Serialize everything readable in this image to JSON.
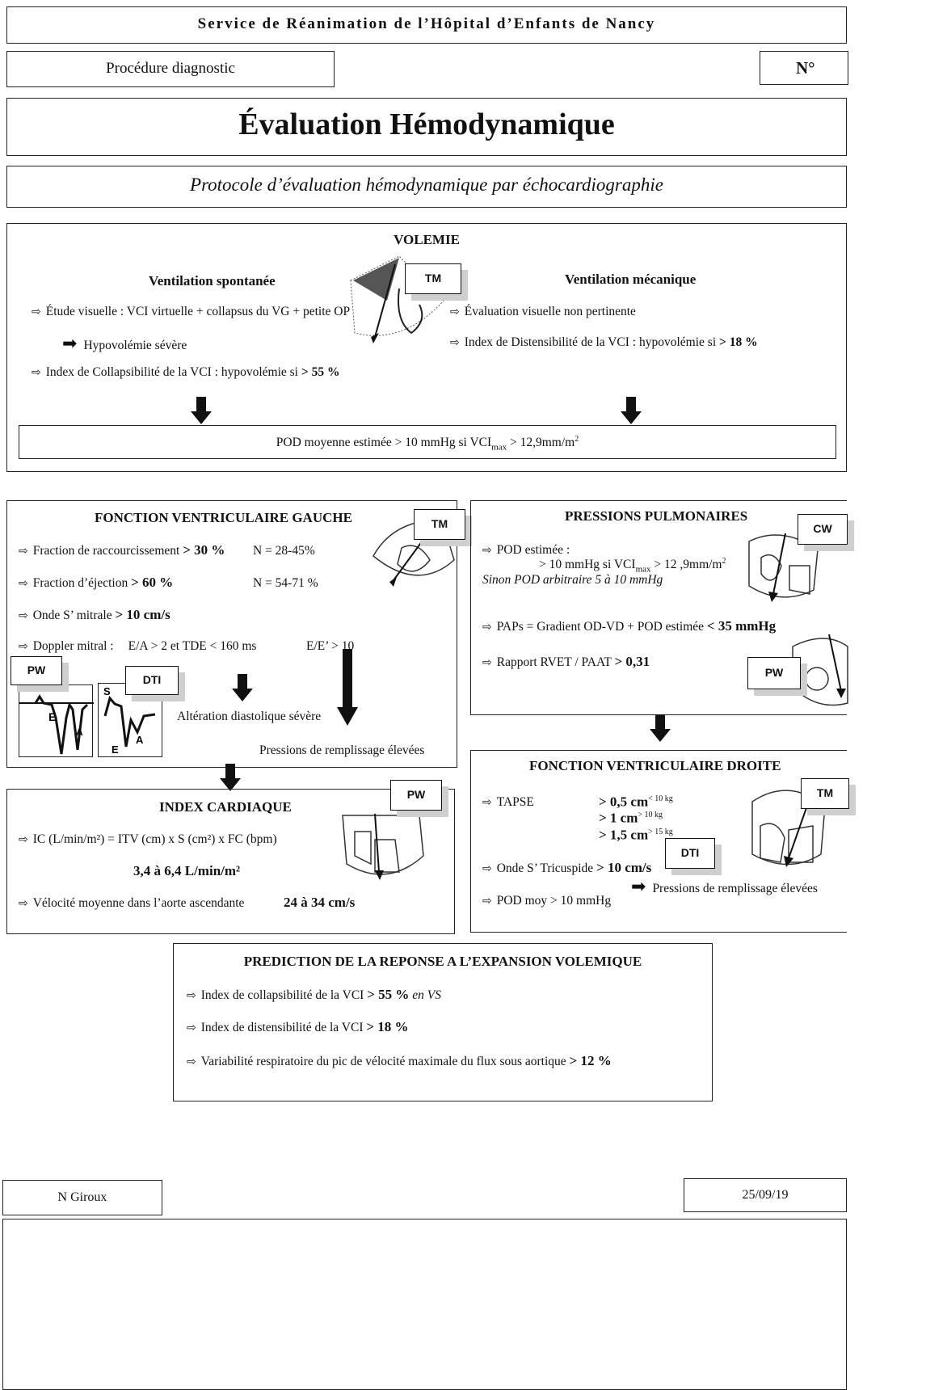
{
  "header": {
    "service": "Service de Réanimation de l’Hôpital d’Enfants de Nancy",
    "procedure": "Procédure diagnostic",
    "number_label": "N°",
    "title": "Évaluation Hémodynamique",
    "subtitle": "Protocole d’évaluation hémodynamique par échocardiographie"
  },
  "volemie": {
    "title": "VOLEMIE",
    "tm_tag": "TM",
    "vs_title": "Ventilation spontanée",
    "vs_line1": "Étude visuelle : VCI virtuelle + collapsus du VG + petite OP",
    "vs_result": "Hypovolémie sévère",
    "vs_line2_pre": "Index de Collapsibilité de la VCI : hypovolémie si",
    "vs_line2_val": "> 55 %",
    "vm_title": "Ventilation mécanique",
    "vm_line1": "Évaluation visuelle non pertinente",
    "vm_line2_pre": "Index de Distensibilité de la VCI : hypovolémie si",
    "vm_line2_val": "> 18 %",
    "pod_pre": "POD moyenne estimée > 10 mmHg si VCI",
    "pod_sub": "max",
    "pod_post": " > 12,9mm/m",
    "pod_sup": "2"
  },
  "fvg": {
    "title": "FONCTION VENTRICULAIRE GAUCHE",
    "tm_tag": "TM",
    "fr_label": "Fraction de raccourcissement",
    "fr_val": "> 30 %",
    "fr_norm": "N = 28-45%",
    "fe_label": "Fraction d’éjection",
    "fe_val": "> 60 %",
    "fe_norm": "N = 54-71 %",
    "s_label": "Onde S’ mitrale",
    "s_val": "> 10 cm/s",
    "dop_label": "Doppler mitral :",
    "dop_val": "E/A > 2 et TDE < 160 ms",
    "dop_ee": "E/E’ > 10",
    "pw_tag": "PW",
    "dti_tag": "DTI",
    "alteration": "Altération diastolique sévère",
    "pressions": "Pressions de remplissage élevées"
  },
  "pp": {
    "title": "PRESSIONS PULMONAIRES",
    "cw_tag": "CW",
    "pod_label": "POD estimée :",
    "pod_line_pre": "> 10 mmHg si VCI",
    "pod_line_sub": "max",
    "pod_line_post": " > 12 ,9mm/m",
    "pod_line_sup": "2",
    "pod_sinon": "Sinon POD arbitraire 5 à 10 mmHg",
    "paps_pre": "PAPs = Gradient OD-VD + POD estimée",
    "paps_val": "< 35 mmHg",
    "rvet_pre": "Rapport RVET / PAAT",
    "rvet_val": "> 0,31",
    "pw_tag": "PW"
  },
  "ic": {
    "title": "INDEX CARDIAQUE",
    "pw_tag": "PW",
    "formula": "IC (L/min/m²) = ITV (cm) x S (cm²) x FC (bpm)",
    "range": "3,4 à 6,4 L/min/m²",
    "velo_label": "Vélocité moyenne dans l’aorte ascendante",
    "velo_val": "24 à 34 cm/s"
  },
  "fvd": {
    "title": "FONCTION VENTRICULAIRE DROITE",
    "tm_tag": "TM",
    "dti_tag": "DTI",
    "tapse_label": "TAPSE",
    "tapse1": "> 0,5 cm",
    "tapse1_sup": "< 10 kg",
    "tapse2": "> 1 cm",
    "tapse2_sup": "> 10 kg",
    "tapse3": "> 1,5 cm",
    "tapse3_sup": "> 15 kg",
    "s_label": "Onde S’ Tricuspide",
    "s_val": "> 10 cm/s",
    "pod": "POD moy > 10 mmHg",
    "pressions": "Pressions de remplissage élevées"
  },
  "prediction": {
    "title": "PREDICTION DE LA REPONSE A L’EXPANSION VOLEMIQUE",
    "l1_pre": "Index de collapsibilité de la VCI",
    "l1_val": "> 55 %",
    "l1_post": "en VS",
    "l2_pre": "Index de distensibilité de la VCI",
    "l2_val": "> 18 %",
    "l3_pre": "Variabilité respiratoire du pic de vélocité maximale du flux sous aortique",
    "l3_val": "> 12 %"
  },
  "footer": {
    "author": "N Giroux",
    "date": "25/09/19"
  }
}
